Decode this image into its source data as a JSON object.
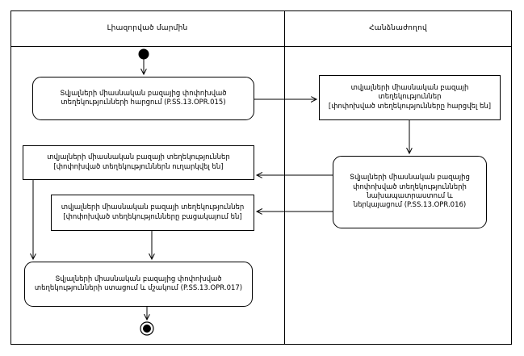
{
  "diagram": {
    "title": "activity-diagram",
    "lanes": [
      {
        "label": "Լիազորված մարմին"
      },
      {
        "label": "Հանձնաժողով"
      }
    ],
    "nodes": {
      "action_query": {
        "type": "action",
        "label": "Տվյալների միասնական բազայից փոփոխված տեղեկությունների հարցում (P.SS.13.OPR.015)"
      },
      "object_queried": {
        "type": "object",
        "line1": "տվյալների միասնական բազայի տեղեկություններ",
        "line2": "[փոփոխված տեղեկությունները հարցվել են]"
      },
      "action_prepare": {
        "type": "action",
        "label": "Տվյալների միասնական բազայից փոփոխված տեղեկությունների նախապատրաստում և ներկայացում (P.SS.13.OPR.016)"
      },
      "object_sent": {
        "type": "object",
        "line1": "տվյալների միասնական բազայի տեղեկություններ",
        "line2": "[փոփոխված տեղեկություններն ուղարկվել են]"
      },
      "object_absent": {
        "type": "object",
        "line1": "տվյալների միասնական բազայի տեղեկություններ",
        "line2": "[փոփոխված տեղեկությունները բացակայում են]"
      },
      "action_receive": {
        "type": "action",
        "label": "Տվյալների միասնական բազայից փոփոխված տեղեկությունների ստացում և մշակում (P.SS.13.OPR.017)"
      }
    },
    "colors": {
      "line": "#000000",
      "background": "#ffffff"
    }
  }
}
